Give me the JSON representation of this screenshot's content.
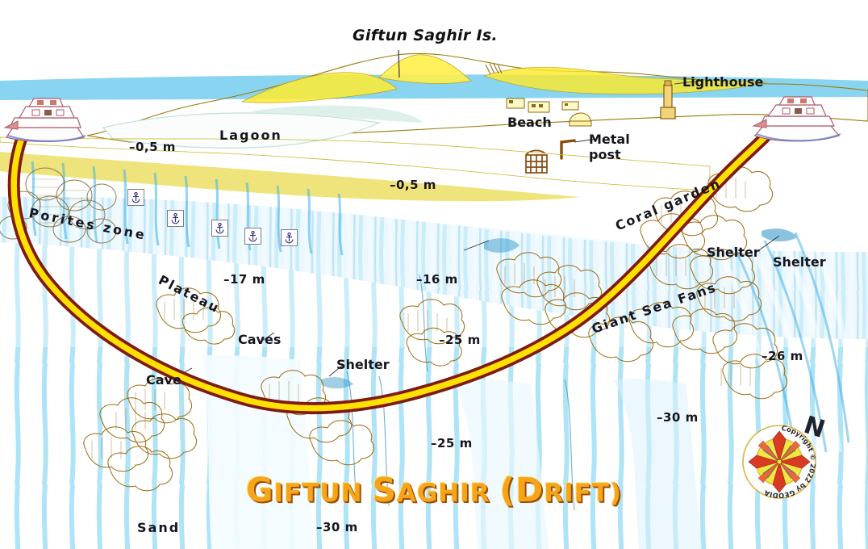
{
  "map": {
    "island_title": "Giftun Saghir Is.",
    "main_title_part1": "G",
    "main_title_part2": "IFTUN ",
    "main_title_part3": "S",
    "main_title_part4": "AGHIR ",
    "main_title_part5": "(D",
    "main_title_part6": "RIFT)",
    "main_title_full": "GIFTUN SAGHIR (DRIFT)",
    "copyright": "Copyright © 2022 by GEODIA",
    "north_letter": "N"
  },
  "labels": {
    "lagoon": "Lagoon",
    "beach": "Beach",
    "lighthouse": "Lighthouse",
    "metal_post_line1": "Metal",
    "metal_post_line2": "post",
    "porites_zone": "Porites zone",
    "plateau": "Plateau",
    "caves": "Caves",
    "cave": "Cave",
    "sand": "Sand",
    "coral_garden": "Coral garden",
    "giant_sea_fans": "Giant Sea Fans",
    "shelter_mid": "Shelter",
    "shelter_right1": "Shelter",
    "shelter_right2": "Shelter"
  },
  "depths": {
    "lagoon_depth": "–0,5 m",
    "reef_flat_depth": "–0,5 m",
    "plateau_17": "–17 m",
    "plateau_16": "–16 m",
    "mid_25": "–25 m",
    "lower_25": "–25 m",
    "right_26": "–26 m",
    "right_30": "–30 m",
    "bottom_30": "–30 m"
  },
  "icons": {
    "anchor": "anchor-icon",
    "anchor_count": 5,
    "compass": "compass-rose-icon",
    "boat_left": "dive-boat-icon",
    "boat_right": "dive-boat-icon",
    "lighthouse": "lighthouse-icon",
    "hut": "hut-icon",
    "metal_post": "metal-post-icon"
  },
  "colors": {
    "sea_shallow": "#7fd2f0",
    "sea_deep": "#2aa7e0",
    "island_yellow": "#FFE400",
    "sand_yellow": "#EFE36A",
    "route_core": "#FFE000",
    "route_edge": "#8C1A10",
    "coral_gold": "#E8A52B",
    "title_orange": "#F6A41C",
    "label_ink": "#1a1a2e"
  },
  "route": {
    "name": "drift-dive-route",
    "description": "Drift route from right-hand boat along the reef wall to the left-hand boat"
  }
}
